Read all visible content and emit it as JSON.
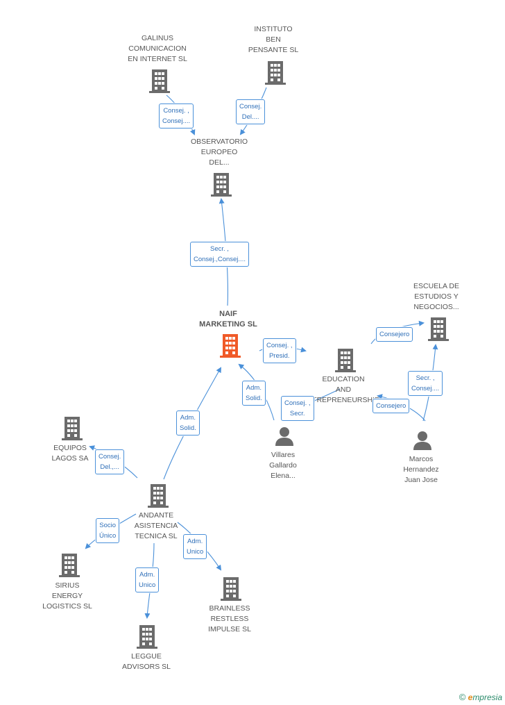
{
  "colors": {
    "company": "#6b6b6b",
    "main_company": "#f05a28",
    "person": "#6b6b6b",
    "edge": "#4a90d9",
    "edge_text": "#2f6fb8"
  },
  "nodes": {
    "galinus": {
      "label": "GALINUS\nCOMUNICACION\nEN INTERNET SL",
      "icon": "building-icon"
    },
    "instituto": {
      "label": "INSTITUTO\nBEN\nPENSANTE SL",
      "icon": "building-icon"
    },
    "observatorio": {
      "label": "OBSERVATORIO\nEUROPEO\nDEL...",
      "icon": "building-icon"
    },
    "naif": {
      "label": "NAIF\nMARKETING SL",
      "icon": "building-icon"
    },
    "escuela": {
      "label": "ESCUELA DE\nESTUDIOS Y\nNEGOCIOS...",
      "icon": "building-icon"
    },
    "education": {
      "label": "EDUCATION\nAND\nENTREPRENEURSHIP...",
      "icon": "building-icon"
    },
    "villares": {
      "label": "Villares\nGallardo\nElena...",
      "icon": "person-icon"
    },
    "marcos": {
      "label": "Marcos\nHernandez\nJuan Jose",
      "icon": "person-icon"
    },
    "equipos": {
      "label": "EQUIPOS\nLAGOS SA",
      "icon": "building-icon"
    },
    "andante": {
      "label": "ANDANTE\nASISTENCIA\nTECNICA SL",
      "icon": "building-icon"
    },
    "sirius": {
      "label": "SIRIUS\nENERGY\nLOGISTICS SL",
      "icon": "building-icon"
    },
    "leggue": {
      "label": "LEGGUE\nADVISORS  SL",
      "icon": "building-icon"
    },
    "brainless": {
      "label": "BRAINLESS\nRESTLESS\nIMPULSE SL",
      "icon": "building-icon"
    }
  },
  "edges": {
    "galinus_obs": "Consej. ,\nConsej....",
    "instituto_obs": "Consej.\nDel....",
    "naif_obs": "Secr. ,\nConsej.,Consej....",
    "naif_education": "Consej. ,\nPresid.",
    "villares_naif": "Adm.\nSolid.",
    "villares_education": "Consej. ,\nSecr.",
    "education_escuela": "Consejero",
    "marcos_escuela": "Secr. ,\nConsej....",
    "marcos_education": "Consejero",
    "andante_naif": "Adm.\nSolid.",
    "andante_equipos": "Consej.\nDel.,...",
    "andante_sirius": "Socio\nÚnico",
    "andante_leggue": "Adm.\nUnico",
    "andante_brainless": "Adm.\nUnico"
  },
  "footer": {
    "copyright": "©",
    "brand_e": "e",
    "brand_rest": "mpresia"
  }
}
